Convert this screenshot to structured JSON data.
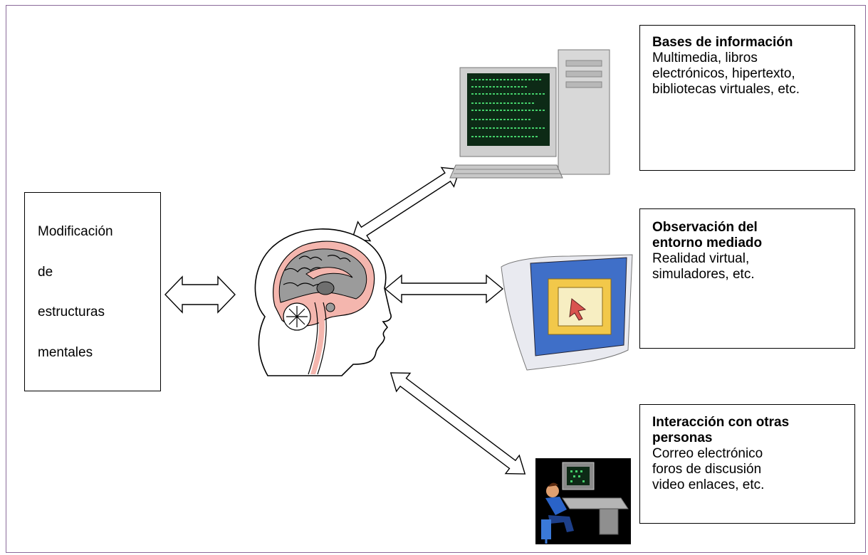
{
  "left_box": {
    "lines": [
      "Modificación",
      "de",
      "estructuras",
      "mentales"
    ]
  },
  "resources": [
    {
      "title": "Bases de información",
      "body": "Multimedia, libros\nelectrónicos, hipertexto,\nbibliotecas virtuales, etc."
    },
    {
      "title": "Observación del\nentorno mediado",
      "body": "Realidad virtual,\nsimuladores, etc."
    },
    {
      "title": "Interacción con otras\npersonas",
      "body": "Correo electrónico\nforos de discusión\nvideo enlaces, etc."
    }
  ],
  "icons": [
    "brain-head-icon",
    "desktop-computer-icon",
    "crt-monitor-icon",
    "person-at-computer-icon"
  ],
  "colors": {
    "frame": "#8a6a9a",
    "brain_pink": "#f4b6ae",
    "brain_gray": "#9b9b9b",
    "screen_green": "#0d2a16",
    "monitor_blue": "#3f6fc8"
  }
}
